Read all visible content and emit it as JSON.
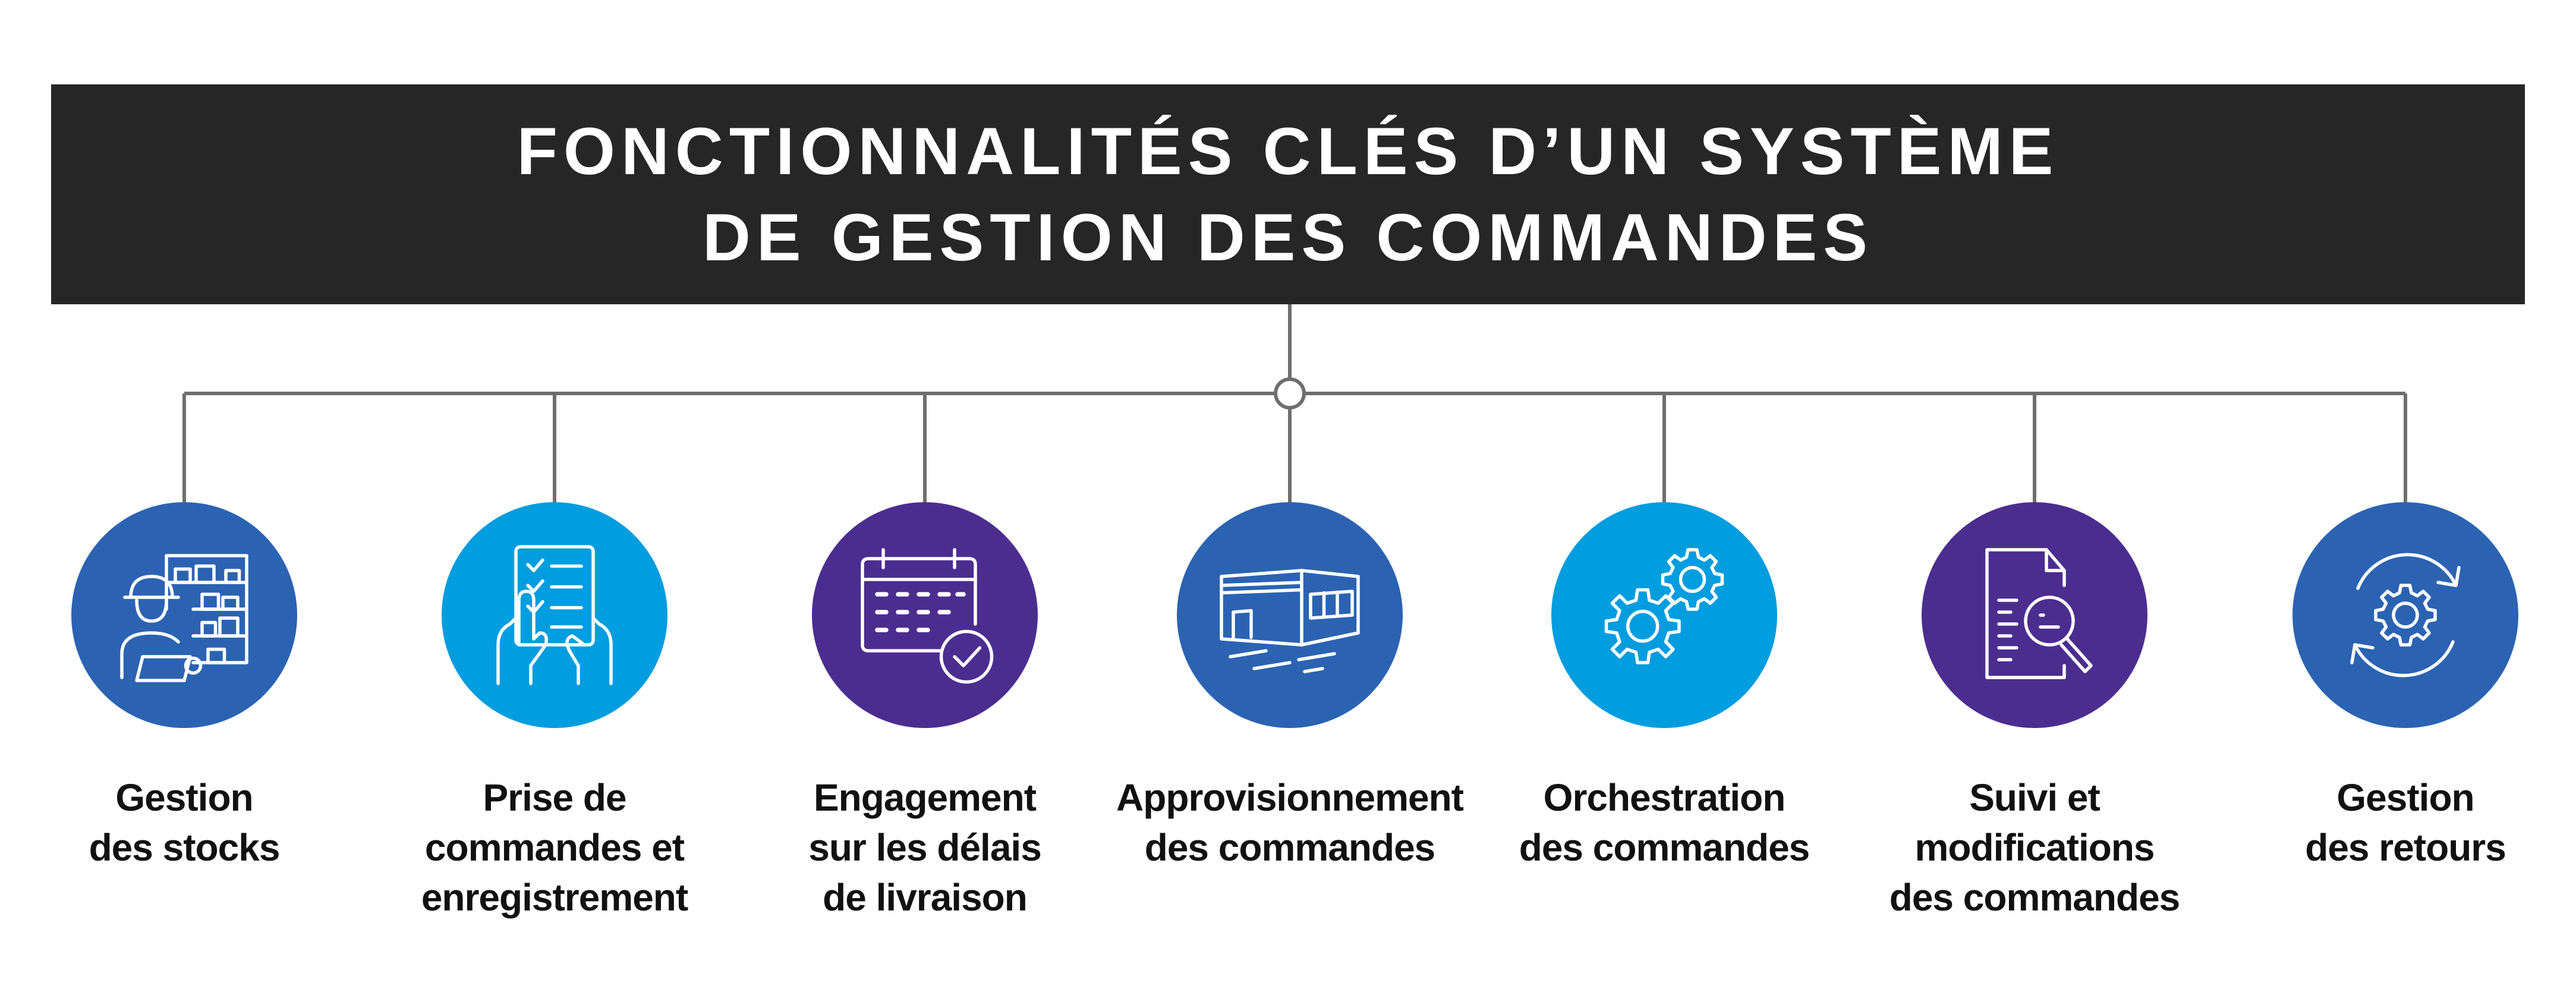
{
  "title": {
    "line1": "FONCTIONNALITÉS CLÉS D’UN SYSTÈME",
    "line2": "DE GESTION DES COMMANDES"
  },
  "colors": {
    "title_background": "#262626",
    "connector": "#6e6e6e",
    "dark_blue": "#2b63b2",
    "light_blue": "#009ddf",
    "purple": "#4b2d8f"
  },
  "features": [
    {
      "label": "Gestion\ndes stocks",
      "icon": "warehouse-worker-icon",
      "color": "#2b63b2"
    },
    {
      "label": "Prise de\ncommandes et\nenregistrement",
      "icon": "checklist-tablet-icon",
      "color": "#009ddf"
    },
    {
      "label": "Engagement\nsur les délais\nde livraison",
      "icon": "calendar-check-icon",
      "color": "#4b2d8f"
    },
    {
      "label": "Approvisionnement\ndes commandes",
      "icon": "warehouse-building-icon",
      "color": "#2b63b2"
    },
    {
      "label": "Orchestration\ndes commandes",
      "icon": "gears-icon",
      "color": "#009ddf"
    },
    {
      "label": "Suivi et\nmodifications\ndes commandes",
      "icon": "document-search-icon",
      "color": "#4b2d8f"
    },
    {
      "label": "Gestion\ndes retours",
      "icon": "cycle-gear-icon",
      "color": "#2b63b2"
    }
  ]
}
